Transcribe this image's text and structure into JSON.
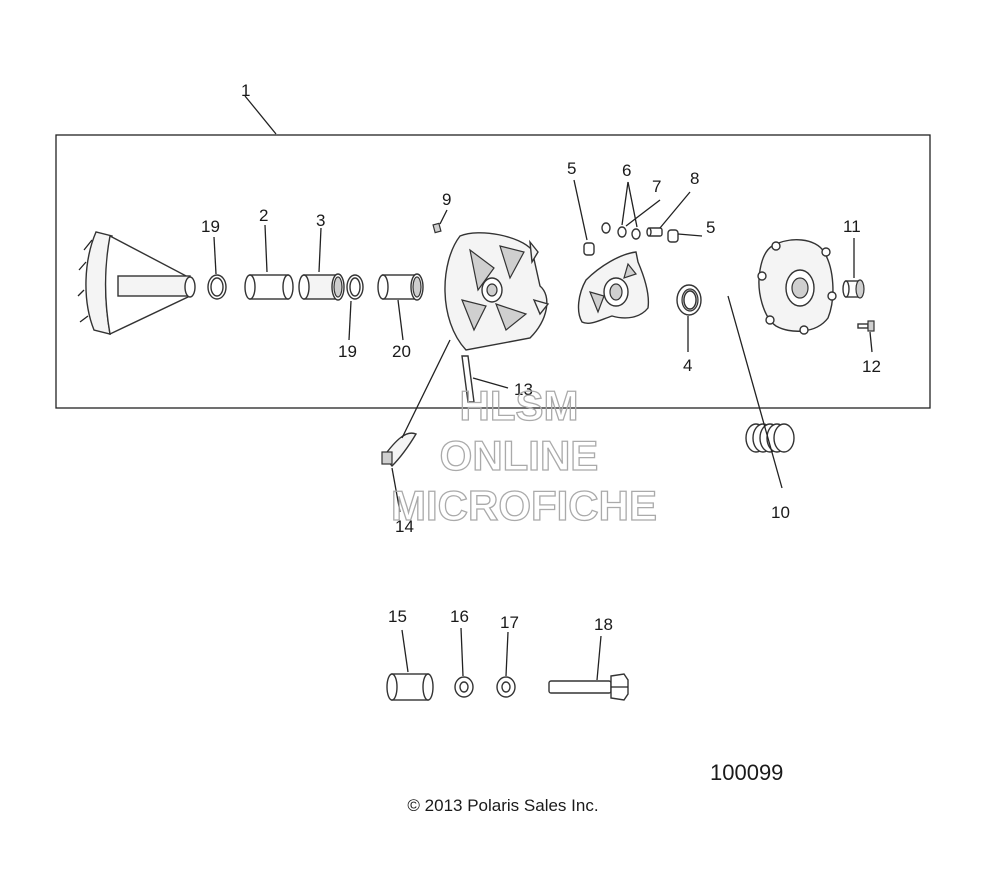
{
  "callouts": {
    "c1": "1",
    "c2": "2",
    "c3": "3",
    "c4": "4",
    "c5a": "5",
    "c5b": "5",
    "c6": "6",
    "c7": "7",
    "c8": "8",
    "c9": "9",
    "c10": "10",
    "c11": "11",
    "c12": "12",
    "c13": "13",
    "c14": "14",
    "c15": "15",
    "c16": "16",
    "c17": "17",
    "c18": "18",
    "c19a": "19",
    "c19b": "19",
    "c20": "20"
  },
  "watermark": {
    "line1": "HLSM",
    "line2": "ONLINE",
    "line3": "MICROFICHE"
  },
  "footer": {
    "doc_id": "100099",
    "copyright": "© 2013 Polaris Sales Inc."
  },
  "colors": {
    "line": "#222222",
    "watermark": "#aaaaaa",
    "background": "#ffffff"
  }
}
